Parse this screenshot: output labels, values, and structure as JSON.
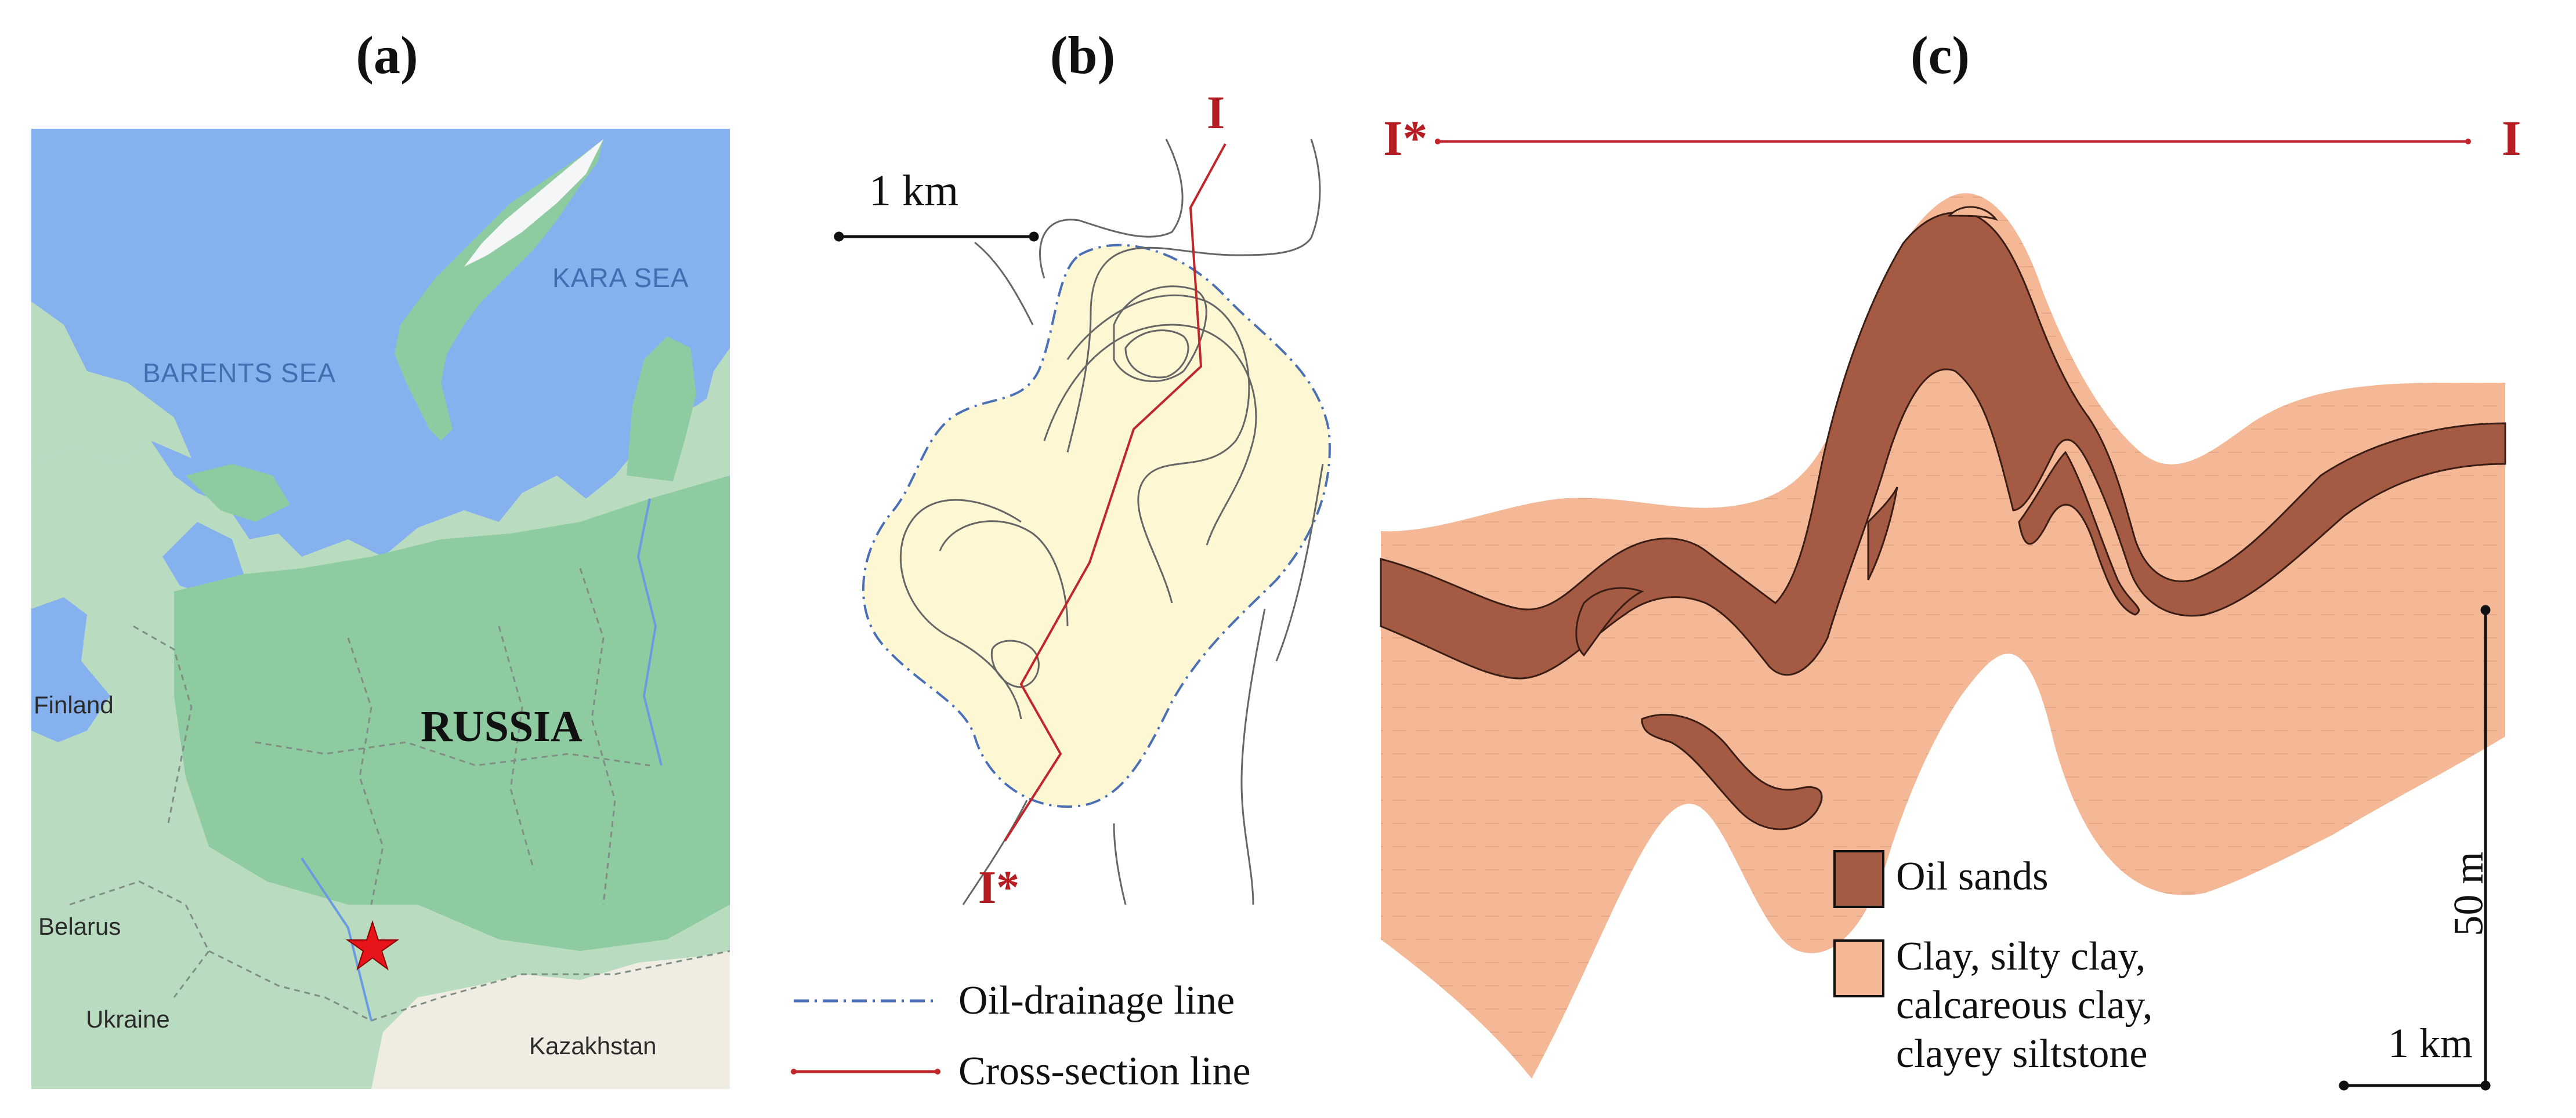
{
  "panels": {
    "a": {
      "label": "(a)",
      "labels": {
        "barents": "BARENTS SEA",
        "kara": "KARA SEA",
        "russia": "RUSSIA",
        "finland": "Finland",
        "belarus": "Belarus",
        "ukraine": "Ukraine",
        "kazakhstan": "Kazakhstan"
      },
      "marker_icon": "star-icon",
      "colors": {
        "sea": "#86b1ef",
        "forest": "#8fcba0",
        "land_light": "#b9dcc0",
        "steppe": "#efece2",
        "ice": "#f4f6f8",
        "marker": "#e8141b"
      }
    },
    "b": {
      "label": "(b)",
      "scale_label": "1 km",
      "section_start": "I",
      "section_end": "I*",
      "legend": [
        {
          "label": "Oil-drainage line",
          "line_style": "dash-dot",
          "color": "#4a6fb5"
        },
        {
          "label": "Cross-section line",
          "line_style": "solid",
          "color": "#c0272d"
        }
      ],
      "colors": {
        "drainage_fill": "#fdf7d4",
        "contour": "#666666"
      }
    },
    "c": {
      "label": "(c)",
      "section_left": "I*",
      "section_right": "I",
      "vertical_scale": "50 m",
      "horizontal_scale": "1 km",
      "legend": [
        {
          "label": "Oil sands",
          "color": "#a55a44"
        },
        {
          "label_lines": [
            "Clay, silty clay,",
            "calcareous clay,",
            "clayey siltstone"
          ],
          "color": "#f4b896"
        }
      ]
    }
  }
}
